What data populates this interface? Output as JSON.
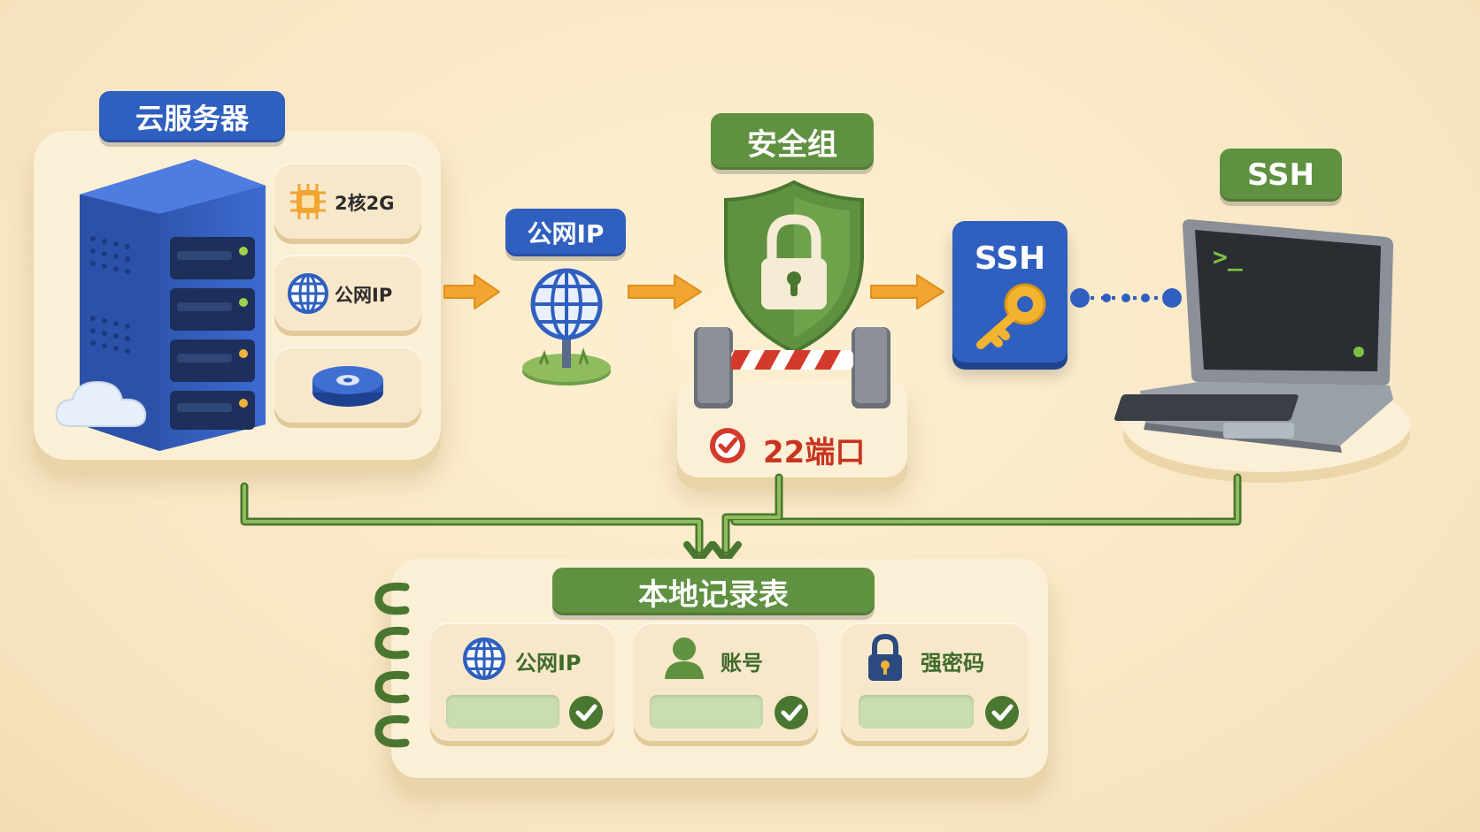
{
  "server": {
    "title": "云服务器",
    "specs": [
      {
        "icon": "cpu-chip-icon",
        "label": "2核2G"
      },
      {
        "icon": "globe-icon",
        "label": "公网IP"
      },
      {
        "icon": "disk-icon",
        "label": ""
      }
    ]
  },
  "public_ip": {
    "label": "公网IP"
  },
  "security_group": {
    "title": "安全组",
    "port_label": "22端口"
  },
  "ssh_key": {
    "label": "SSH"
  },
  "terminal": {
    "title": "SSH",
    "prompt": ">_"
  },
  "local_record": {
    "title": "本地记录表",
    "fields": [
      {
        "icon": "globe-icon",
        "label": "公网IP"
      },
      {
        "icon": "user-icon",
        "label": "账号"
      },
      {
        "icon": "lock-icon",
        "label": "强密码"
      }
    ]
  },
  "colors": {
    "blue": "#2f5fbf",
    "green": "#5f9140",
    "orange": "#f2a531",
    "red": "#d43a2c"
  }
}
